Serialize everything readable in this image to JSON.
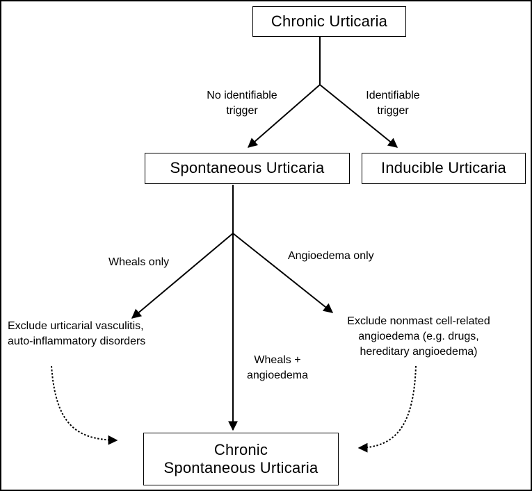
{
  "nodes": {
    "chronic_urticaria": "Chronic Urticaria",
    "spontaneous_urticaria": "Spontaneous Urticaria",
    "inducible_urticaria": "Inducible Urticaria",
    "csu": {
      "line1": "Chronic",
      "line2": "Spontaneous Urticaria"
    }
  },
  "edge_labels": {
    "no_trigger": {
      "line1": "No identifiable",
      "line2": "trigger"
    },
    "trigger": {
      "line1": "Identifiable",
      "line2": "trigger"
    },
    "wheals_only": "Wheals only",
    "angioedema_only": "Angioedema only",
    "wheals_angioedema": {
      "line1": "Wheals +",
      "line2": "angioedema"
    }
  },
  "notes": {
    "left": {
      "line1": "Exclude urticarial vasculitis,",
      "line2": "auto-inflammatory disorders"
    },
    "right": {
      "line1": "Exclude nonmast cell-related",
      "line2": "angioedema (e.g. drugs,",
      "line3": "hereditary angioedema)"
    }
  }
}
